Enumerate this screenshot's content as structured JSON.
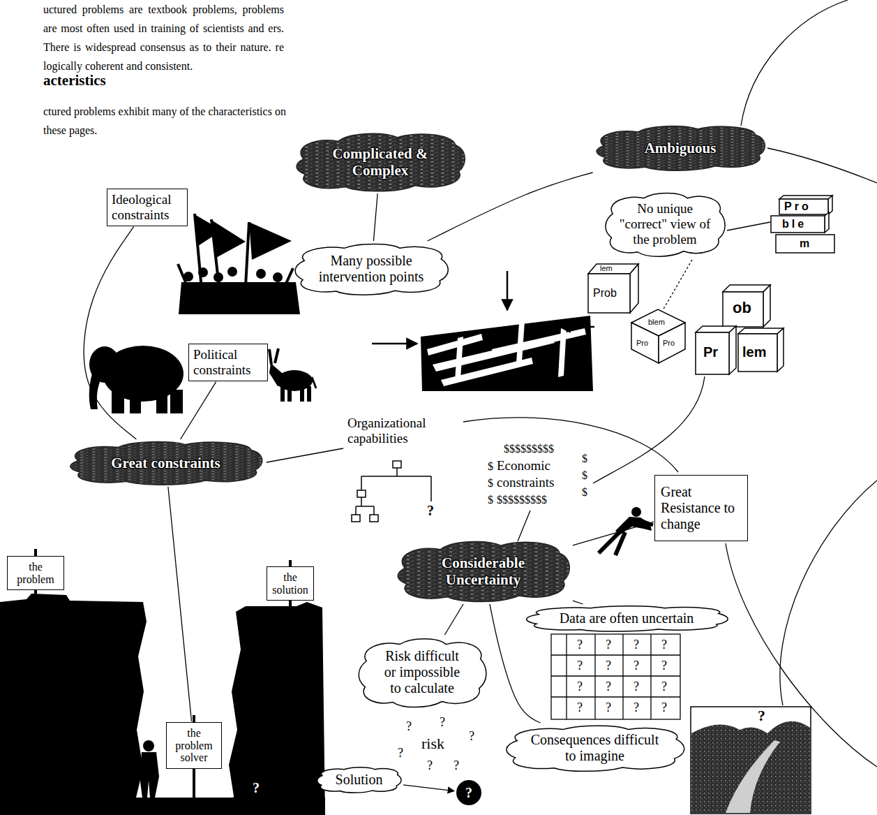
{
  "diagram": {
    "nodes": [
      {
        "text": [
          "Complicated & Complex"
        ]
      },
      {
        "text": [
          "Ambiguous"
        ]
      },
      {
        "text": [
          "No unique \"correct\" view of the problem"
        ]
      },
      {
        "text": [
          "Ideological constraints"
        ]
      },
      {
        "text": [
          "Many possible intervention points"
        ]
      },
      {
        "text": [
          "Political constraints"
        ]
      },
      {
        "text": [
          "Great constraints"
        ]
      },
      {
        "text": [
          "Great Resistance to change"
        ]
      },
      {
        "text": [
          "Considerable Uncertainty"
        ]
      },
      {
        "text": [
          "Data are often uncertain"
        ]
      },
      {
        "text": [
          "Risk difficult or impossible to calculate"
        ]
      },
      {
        "text": [
          "Consequences difficult to imagine"
        ]
      },
      {
        "text": [
          "the problem"
        ]
      },
      {
        "text": [
          "the solution"
        ]
      },
      {
        "text": [
          "the problem solver"
        ]
      },
      {
        "text": [
          "Solution"
        ]
      },
      {
        "text": [
          "?"
        ]
      }
    ],
    "edges": [
      {
        "from": 0,
        "to": 4,
        "arrow": "none"
      },
      {
        "from": 4,
        "to": 1,
        "arrow": "none"
      },
      {
        "from": 3,
        "to": 6,
        "arrow": "none"
      },
      {
        "from": 5,
        "to": 6,
        "arrow": "none"
      },
      {
        "from": 6,
        "to": 14,
        "arrow": "none"
      },
      {
        "from": 8,
        "to": 7,
        "arrow": "none"
      },
      {
        "from": 8,
        "to": 9,
        "arrow": "none"
      },
      {
        "from": 8,
        "to": 10,
        "arrow": "none"
      },
      {
        "from": 8,
        "to": 11,
        "arrow": "none"
      },
      {
        "from": 15,
        "to": 16,
        "arrow": "to"
      }
    ],
    "labels": [
      "uctured problems are textbook problems, problems are most often used in training of scientists and ers. There is widespread consensus as to their nature. re logically coherent and consistent.",
      "acteristics",
      "ctured problems exhibit many of the characteristics on these pages.",
      "Organizational capabilities",
      "$$$$$$$$$",
      "$",
      "Economic constraints",
      "$",
      "$",
      "$",
      "$",
      "$",
      "$$$$$$$$$",
      "?",
      "Pro",
      "ble",
      "m",
      "lem",
      "Prob",
      "blem",
      "Pro",
      "Pro",
      "ob",
      "Pr",
      "lem",
      "?",
      "?",
      "?",
      "?",
      "?",
      "?",
      "?",
      "?",
      "?",
      "?",
      "?",
      "?",
      "?",
      "?",
      "?",
      "?",
      "risk",
      "?",
      "?",
      "?",
      "?",
      "?",
      "?",
      "?",
      "?"
    ]
  }
}
